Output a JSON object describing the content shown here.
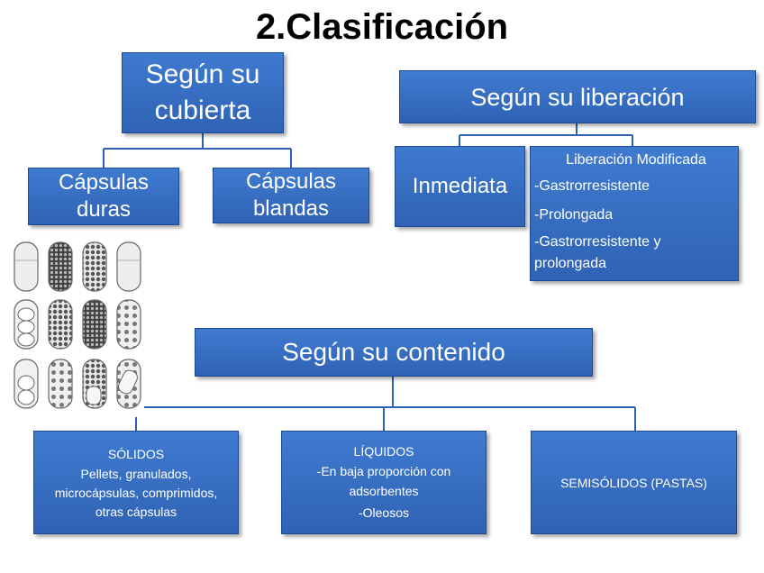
{
  "title": "2.Clasificación",
  "cubierta": {
    "heading_line1": "Según su",
    "heading_line2": "cubierta",
    "hard_line1": "Cápsulas",
    "hard_line2": "duras",
    "soft_line1": "Cápsulas",
    "soft_line2": "blandas"
  },
  "liberacion": {
    "heading": "Según su liberación",
    "inmediata": "Inmediata",
    "modificada_title": "Liberación Modificada",
    "modificada_items": [
      "-Gastrorresistente",
      "-Prolongada",
      "-Gastrorresistente y",
      "prolongada"
    ]
  },
  "contenido": {
    "heading": "Según su contenido",
    "solidos_title": "SÓLIDOS",
    "solidos_line1": "Pellets, granulados,",
    "solidos_line2": "microcápsulas, comprimidos,",
    "solidos_line3": "otras cápsulas",
    "liquidos_title": "LÍQUIDOS",
    "liquidos_line1": "-En baja proporción con",
    "liquidos_line2": "adsorbentes",
    "liquidos_line3": "-Oleosos",
    "semisolidos": "SEMISÓLIDOS (PASTAS)"
  },
  "colors": {
    "box_fill": "#3a72c6",
    "connector": "#2f62b4"
  },
  "image": {
    "icon": "capsule-fill-illustration"
  }
}
